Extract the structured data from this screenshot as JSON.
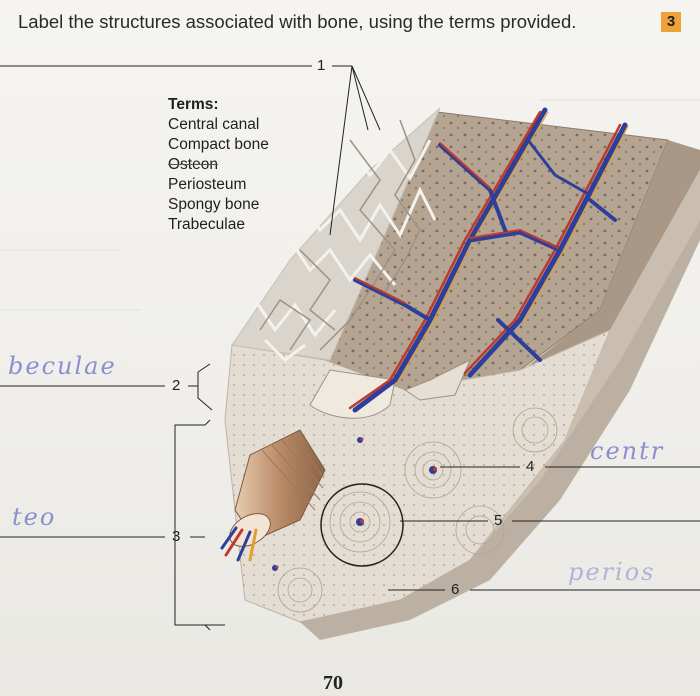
{
  "question": {
    "text": "Label the structures associated with bone, using the terms provided.",
    "badge": "3"
  },
  "terms": {
    "heading": "Terms:",
    "items": [
      "Central canal",
      "Compact bone",
      "Osteon",
      "Periosteum",
      "Spongy bone",
      "Trabeculae"
    ]
  },
  "labels": [
    "1",
    "2",
    "3",
    "4",
    "5",
    "6"
  ],
  "answers": {
    "answer_2": "beculae",
    "answer_3": "teo",
    "answer_4": "centr",
    "answer_6": "perios"
  },
  "page_number": "70",
  "colors": {
    "badge": "#f0a23a",
    "handwriting": "#8a8fd0",
    "artery": "#c0392b",
    "vein": "#2d3f9a",
    "bone": "#b9aa98"
  }
}
